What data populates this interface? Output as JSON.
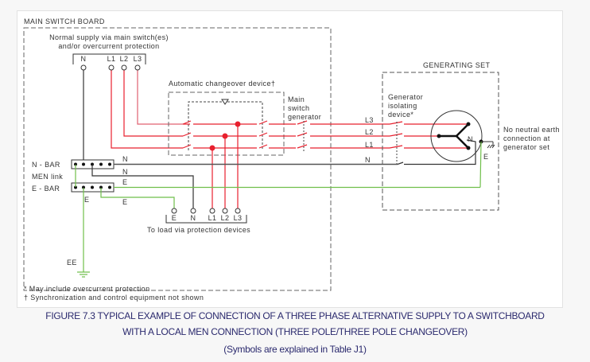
{
  "figure": {
    "main_board_title": "MAIN SWITCH BOARD",
    "normal_supply_line1": "Normal supply via main switch(es)",
    "normal_supply_line2": "and/or overcurrent protection",
    "supply_terminals": [
      "N",
      "L1",
      "L2",
      "L3"
    ],
    "changeover_label": "Automatic changeover device†",
    "main_switch_label": [
      "Main",
      "switch",
      "generator"
    ],
    "n_bar": "N - BAR",
    "men_link": "MEN link",
    "e_bar": "E - BAR",
    "conductor_labels": {
      "n1": "N",
      "n2": "N",
      "e1": "E",
      "e2": "E",
      "e3": "E",
      "l3": "L3",
      "l2": "L2",
      "l1": "L1",
      "n": "N"
    },
    "load_terminals": [
      "E",
      "N",
      "L1",
      "L2",
      "L3"
    ],
    "load_label": "To load via protection devices",
    "earth_electrode": "EE",
    "generating_set_title": "GENERATING SET",
    "gen_isolating_label": [
      "Generator",
      "isolating",
      "device*"
    ],
    "gen_neutral": "N",
    "gen_earth": "E",
    "no_neutral_note": [
      "No neutral earth",
      "connection at",
      "generator set"
    ],
    "footnote_1": "* May include overcurrent protection",
    "footnote_2": "† Synchronization and control equipment not shown"
  },
  "caption": {
    "line1": "FIGURE 7.3 TYPICAL EXAMPLE OF CONNECTION OF A THREE PHASE ALTERNATIVE SUPPLY TO A SWITCHBOARD",
    "line2": "WITH A LOCAL MEN CONNECTION (THREE POLE/THREE POLE CHANGEOVER)",
    "line3": "(Symbols are explained in Table J1)"
  },
  "colors": {
    "phase": "#e8202e",
    "phase_light": "#e06070",
    "neutral": "#333333",
    "earth": "#6fbf4a",
    "dashed": "#666666",
    "caption": "#2b2a6e"
  }
}
